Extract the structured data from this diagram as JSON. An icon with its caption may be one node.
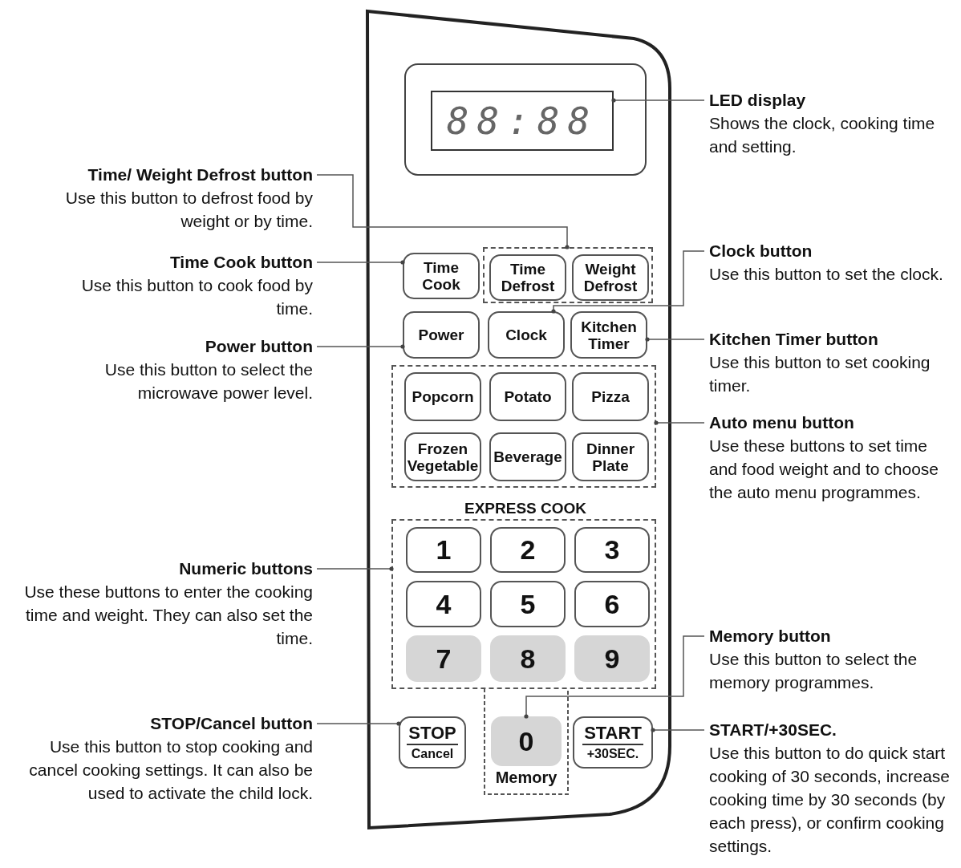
{
  "diagram": {
    "nodes": [
      {
        "text": [
          "LED display",
          "Shows the clock, cooking time and setting."
        ]
      },
      {
        "text": [
          "88:88"
        ]
      },
      {
        "text": [
          "Time/ Weight Defrost button",
          "Use this button to defrost food by weight or by time."
        ]
      },
      {
        "text": [
          "Time Cook button",
          "Use this button to cook food by time."
        ]
      },
      {
        "text": [
          "Time Cook"
        ]
      },
      {
        "text": [],
        "shape": "box"
      },
      {
        "text": [
          "Time Defrost"
        ],
        "in": 5
      },
      {
        "text": [
          "Weight Defrost"
        ],
        "in": 5
      },
      {
        "text": [
          "Clock button",
          "Use this button to set the clock."
        ]
      },
      {
        "text": [
          "Power button",
          "Use this button to select the microwave power level."
        ]
      },
      {
        "text": [
          "Power"
        ]
      },
      {
        "text": [
          "Clock"
        ]
      },
      {
        "text": [
          "Kitchen Timer"
        ]
      },
      {
        "text": [
          "Kitchen Timer button",
          "Use this button to set cooking timer."
        ]
      },
      {
        "text": [],
        "shape": "box"
      },
      {
        "text": [
          "Popcorn"
        ],
        "in": 14
      },
      {
        "text": [
          "Potato"
        ],
        "in": 14
      },
      {
        "text": [
          "Pizza"
        ],
        "in": 14
      },
      {
        "text": [
          "Frozen Vegetable"
        ],
        "in": 14
      },
      {
        "text": [
          "Beverage"
        ],
        "in": 14
      },
      {
        "text": [
          "Dinner Plate"
        ],
        "in": 14
      },
      {
        "text": [
          "Auto menu button",
          "Use these buttons to set time and food weight and to choose the auto menu programmes."
        ]
      },
      {
        "text": [
          "Numeric buttons",
          "Use these buttons to enter the cooking time and weight. They can also set the time."
        ]
      },
      {
        "text": [],
        "shape": "box"
      },
      {
        "text": [
          "1"
        ],
        "in": 23
      },
      {
        "text": [
          "2"
        ],
        "in": 23
      },
      {
        "text": [
          "3"
        ],
        "in": 23
      },
      {
        "text": [
          "4"
        ],
        "in": 23
      },
      {
        "text": [
          "5"
        ],
        "in": 23
      },
      {
        "text": [
          "6"
        ],
        "in": 23
      },
      {
        "text": [
          "7"
        ],
        "in": 23
      },
      {
        "text": [
          "8"
        ],
        "in": 23
      },
      {
        "text": [
          "9"
        ],
        "in": 23
      },
      {
        "text": [
          "Memory button",
          "Use this button to select the memory programmes."
        ]
      },
      {
        "text": [
          "STOP/Cancel button",
          "Use this button to stop cooking and cancel cooking settings. It can also be used to activate the child lock."
        ]
      },
      {
        "text": [
          "STOP",
          "Cancel"
        ]
      },
      {
        "text": [
          "0"
        ]
      },
      {
        "text": [
          "START",
          "+30SEC."
        ]
      },
      {
        "text": [
          "START/+30SEC.",
          "Use this button to do quick start cooking of 30 seconds, increase cooking time by 30 seconds (by each press), or confirm cooking settings."
        ]
      }
    ],
    "edges": [
      {
        "from": 0,
        "to": 1,
        "arrow": "other"
      },
      {
        "from": 2,
        "to": 5,
        "arrow": "other"
      },
      {
        "from": 3,
        "to": 4,
        "arrow": "other"
      },
      {
        "from": 8,
        "to": 11,
        "arrow": "other"
      },
      {
        "from": 9,
        "to": 10,
        "arrow": "other"
      },
      {
        "from": 13,
        "to": 12,
        "arrow": "other"
      },
      {
        "from": 21,
        "to": 14,
        "arrow": "other"
      },
      {
        "from": 22,
        "to": 23,
        "arrow": "other"
      },
      {
        "from": 33,
        "to": 36,
        "arrow": "other"
      },
      {
        "from": 34,
        "to": 35,
        "arrow": "other"
      },
      {
        "from": 38,
        "to": 37,
        "arrow": "other"
      }
    ],
    "labels": [
      "EXPRESS COOK",
      "Memory"
    ]
  }
}
